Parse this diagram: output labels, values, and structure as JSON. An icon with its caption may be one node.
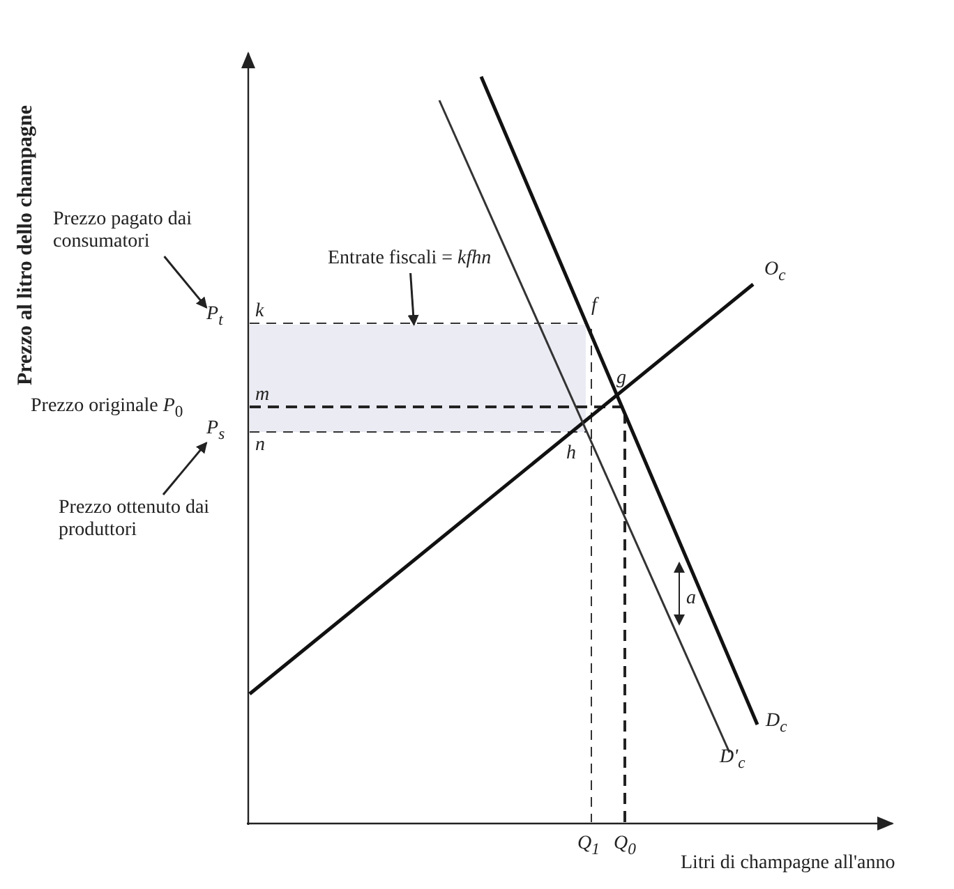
{
  "diagram": {
    "nodes": [
      {
        "text": [
          "Prezzo pagato dai consumatori"
        ]
      },
      {
        "text": [
          "P$_{t}$"
        ]
      },
      {
        "text": [
          "Prezzo ottenuto dai produttori"
        ]
      },
      {
        "text": [
          "P$_{s}$"
        ]
      },
      {
        "text": [
          "Entrate fiscali = *kfhn*"
        ]
      },
      {
        "text": [],
        "shape": "box"
      }
    ],
    "edges": [
      {
        "from": 0,
        "to": 1,
        "arrow": "to"
      },
      {
        "from": 2,
        "to": 3,
        "arrow": "to"
      },
      {
        "from": 4,
        "to": 5,
        "arrow": "to"
      }
    ],
    "labels": [
      "Prezzo al litro dello champagne",
      "k",
      "Prezzo originale *P*$_{0}$",
      "m",
      "n",
      "f",
      "g",
      "h",
      "O$_{c}$",
      "a",
      "D$_{c}$",
      "D'$_{c}$",
      "Q$_{1}$",
      "Q$_{0}$",
      "Litri di champagne all'anno"
    ]
  }
}
